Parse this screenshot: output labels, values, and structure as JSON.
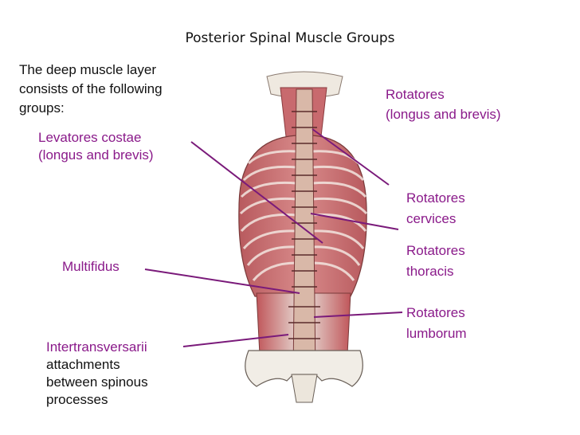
{
  "title": "Posterior Spinal Muscle Groups",
  "intro": [
    "The deep muscle layer",
    "consists of the following",
    "groups:"
  ],
  "labels": {
    "levatores_costae": [
      "Levatores costae",
      "(longus and brevis)"
    ],
    "multifidus": "Multifidus",
    "intertransversarii": "Intertransversarii",
    "intertransversarii_note": [
      "attachments",
      "between spinous",
      "processes"
    ],
    "rotatores": [
      "Rotatores",
      "(longus and brevis)"
    ],
    "rotatores_cervices": [
      "Rotatores",
      "cervices"
    ],
    "rotatores_thoracis": [
      "Rotatores",
      "thoracis"
    ],
    "rotatores_lumborum": [
      "Rotatores",
      "lumborum"
    ]
  },
  "colors": {
    "label": "#8a1a8a",
    "leader": "#7a1a7a",
    "muscle": "#c9777a",
    "bone": "#f1ede6"
  }
}
